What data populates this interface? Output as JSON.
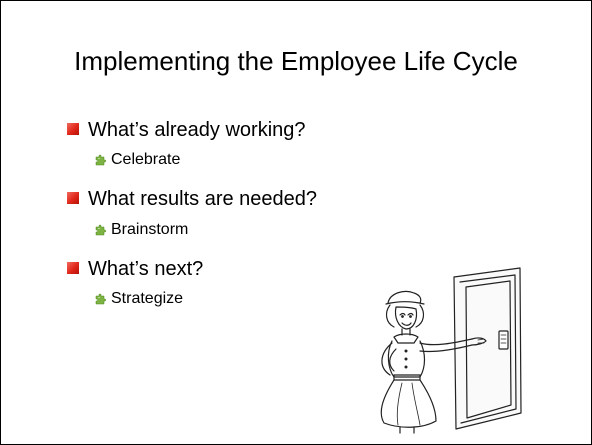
{
  "slide": {
    "title": "Implementing the Employee Life Cycle",
    "bullets": [
      {
        "text": "What’s already working?",
        "sub": "Celebrate"
      },
      {
        "text": "What results are needed?",
        "sub": "Brainstorm"
      },
      {
        "text": "What’s next?",
        "sub": "Strategize"
      }
    ]
  },
  "colors": {
    "primary_bullet": "#e0261a",
    "sub_bullet": "#8bc34a"
  },
  "icons": {
    "primary_bullet": "red-square-bullet-icon",
    "sub_bullet": "green-puzzle-bullet-icon",
    "clipart": "woman-at-door-clipart"
  }
}
